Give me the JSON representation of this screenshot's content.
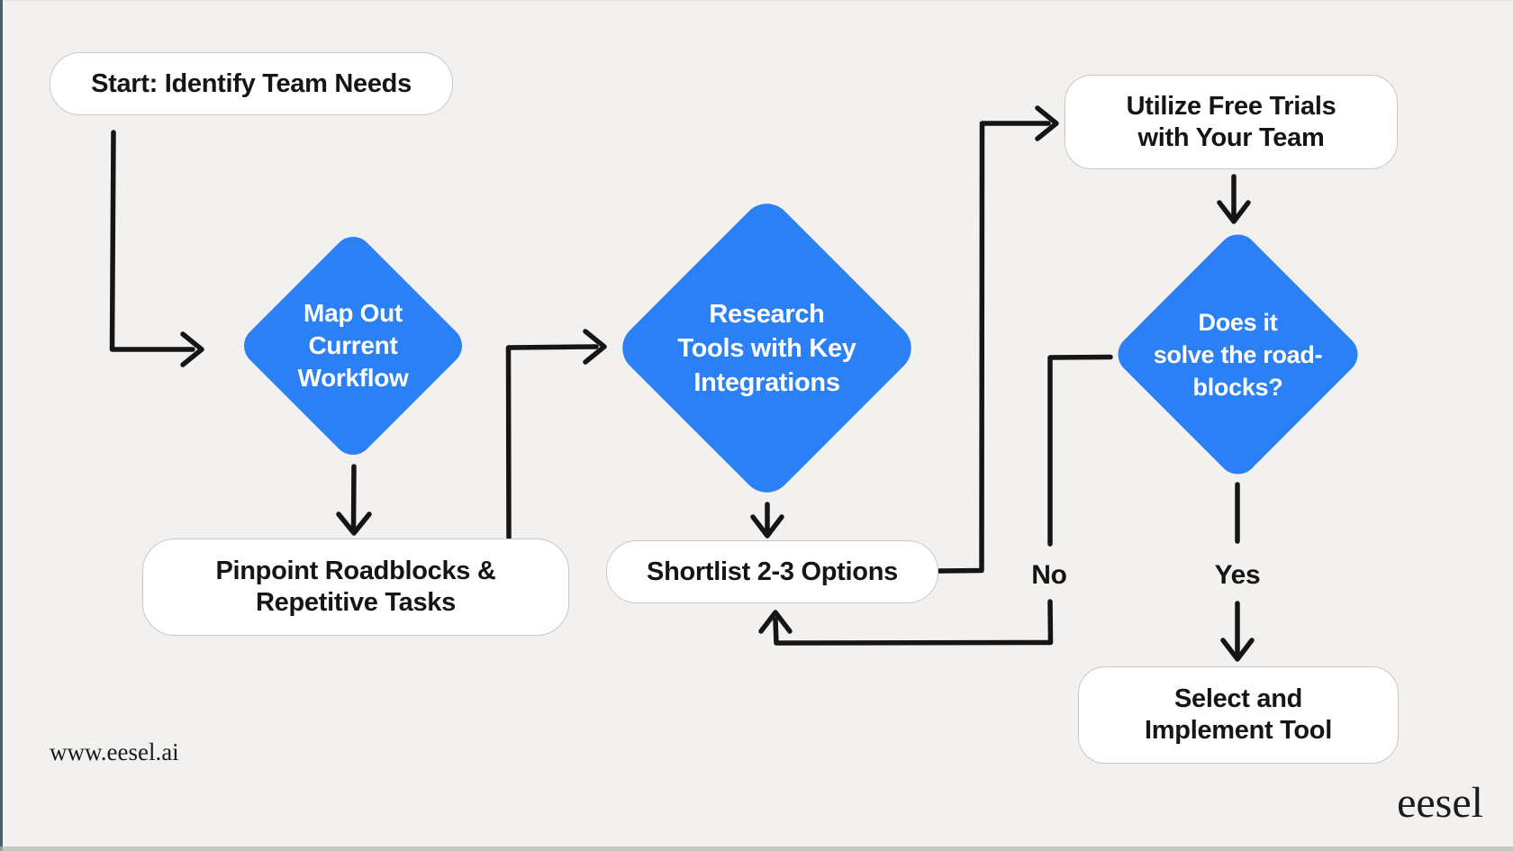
{
  "colors": {
    "background": "#F2F1EF",
    "node_blue": "#2B80F5",
    "white": "#FFFFFF",
    "text_dark": "#151515",
    "line_black": "#151515",
    "box_border": "#C9C8C6",
    "edge_left": "#4D5F66",
    "edge_bottom": "#B5B5B2"
  },
  "diagram": {
    "type": "flowchart",
    "nodes": {
      "start": {
        "shape": "rounded-rect",
        "label": "Start: Identify Team Needs"
      },
      "map_workflow": {
        "shape": "diamond",
        "lines": [
          "Map Out",
          "Current",
          "Workflow"
        ]
      },
      "pinpoint": {
        "shape": "rounded-rect",
        "lines": [
          "Pinpoint Roadblocks &",
          "Repetitive Tasks"
        ]
      },
      "research": {
        "shape": "diamond",
        "lines": [
          "Research",
          "Tools with Key",
          "Integrations"
        ]
      },
      "shortlist": {
        "shape": "rounded-rect",
        "label": "Shortlist 2-3 Options"
      },
      "free_trials": {
        "shape": "rounded-rect",
        "lines": [
          "Utilize Free Trials",
          "with Your Team"
        ]
      },
      "decision": {
        "shape": "diamond",
        "lines": [
          "Does it",
          "solve the road-",
          "blocks?"
        ]
      },
      "select_tool": {
        "shape": "rounded-rect",
        "lines": [
          "Select and",
          "Implement Tool"
        ]
      }
    },
    "edges": [
      {
        "from": "start",
        "to": "map_workflow"
      },
      {
        "from": "map_workflow",
        "to": "pinpoint"
      },
      {
        "from": "pinpoint",
        "to": "research"
      },
      {
        "from": "research",
        "to": "shortlist"
      },
      {
        "from": "shortlist",
        "to": "free_trials"
      },
      {
        "from": "free_trials",
        "to": "decision"
      },
      {
        "from": "decision",
        "to": "select_tool",
        "label": "Yes"
      },
      {
        "from": "decision",
        "to": "shortlist",
        "label": "No"
      }
    ],
    "edge_labels": {
      "no": "No",
      "yes": "Yes"
    }
  },
  "footer": {
    "url": "www.eesel.ai",
    "logo": "eesel"
  }
}
